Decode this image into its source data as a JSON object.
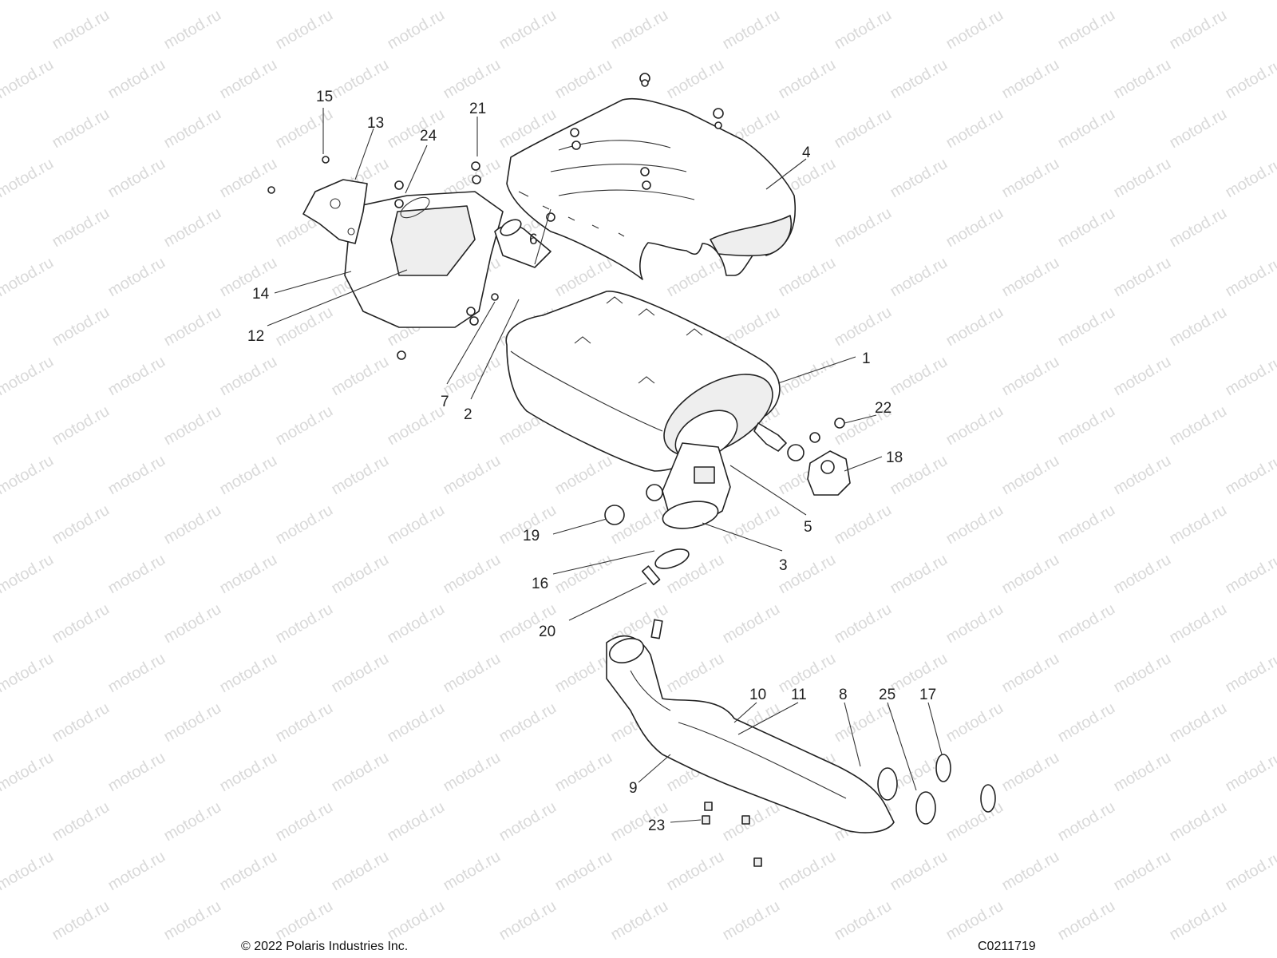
{
  "watermark": "motod.ru",
  "footer": {
    "copyright": "© 2022 Polaris Industries Inc.",
    "code": "C0211719"
  },
  "callouts": [
    "1",
    "2",
    "3",
    "4",
    "5",
    "6",
    "7",
    "8",
    "9",
    "10",
    "11",
    "12",
    "13",
    "14",
    "15",
    "16",
    "17",
    "18",
    "19",
    "20",
    "21",
    "22",
    "23",
    "24",
    "25"
  ]
}
